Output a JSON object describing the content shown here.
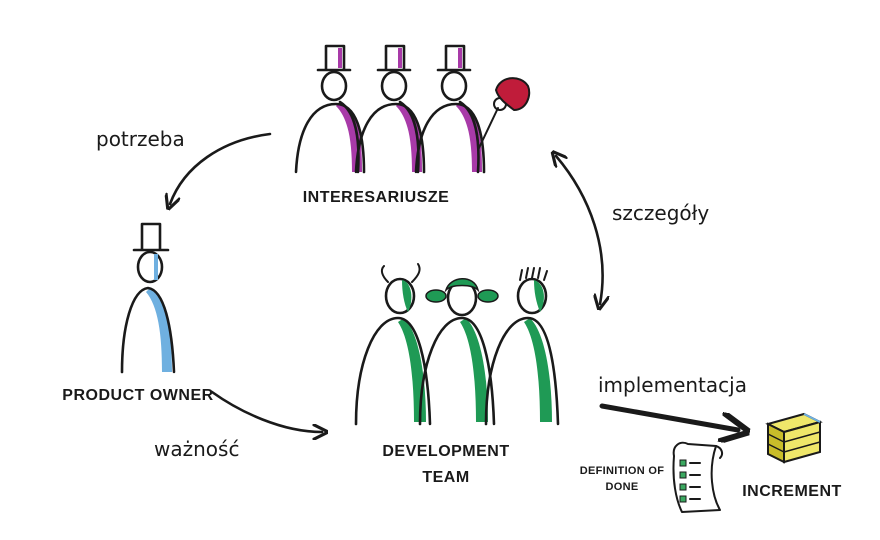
{
  "colors": {
    "ink": "#1a1a1a",
    "stakeholder_accent": "#a83aa8",
    "product_owner_accent": "#6fb0e0",
    "team_accent": "#1f9a55",
    "flag_red": "#c01c3a",
    "increment_yellow": "#efe76a",
    "increment_shadow": "#c9bd2a",
    "check_green": "#3aa860"
  },
  "groups": {
    "stakeholders": {
      "label": "INTERESARIUSZE"
    },
    "product_owner": {
      "label": "PRODUCT OWNER"
    },
    "development_team": {
      "label_line1": "DEVELOPMENT",
      "label_line2": "TEAM"
    },
    "definition_of_done": {
      "label_line1": "DEFINITION OF",
      "label_line2": "DONE"
    },
    "increment": {
      "label": "INCREMENT"
    }
  },
  "relations": {
    "need": "potrzeba",
    "importance": "ważność",
    "details": "szczegóły",
    "implementation": "implementacja"
  }
}
